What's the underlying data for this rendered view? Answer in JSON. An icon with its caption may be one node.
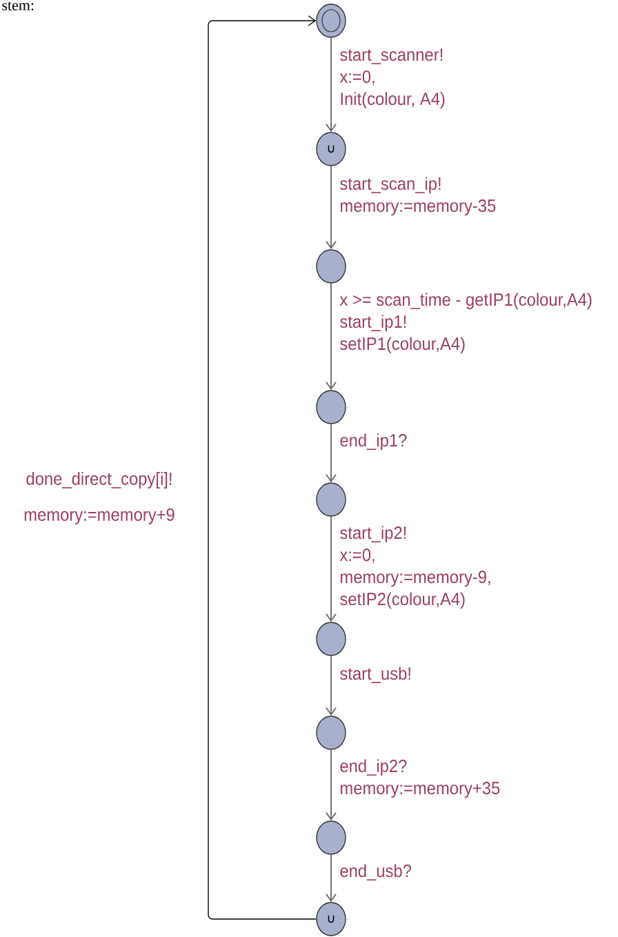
{
  "diagram": {
    "nodes": [
      {
        "text": [],
        "shape": "ring"
      },
      {
        "text": [
          "∪"
        ]
      },
      {
        "text": [],
        "shape": "circle"
      },
      {
        "text": [],
        "shape": "circle"
      },
      {
        "text": [],
        "shape": "circle"
      },
      {
        "text": [],
        "shape": "circle"
      },
      {
        "text": [],
        "shape": "circle"
      },
      {
        "text": [],
        "shape": "circle"
      },
      {
        "text": [
          "∪"
        ]
      }
    ],
    "edges": [
      {
        "from": 0,
        "to": 1,
        "arrow": "to",
        "label": "start_scanner! x:=0, Init(colour, A4)"
      },
      {
        "from": 1,
        "to": 2,
        "arrow": "to",
        "label": "start_scan_ip! memory:=memory-35"
      },
      {
        "from": 2,
        "to": 3,
        "arrow": "to",
        "label": "x >= scan_time - getIP1(colour,A4) start_ip1! setIP1(colour,A4)"
      },
      {
        "from": 3,
        "to": 4,
        "arrow": "to",
        "label": "end_ip1?"
      },
      {
        "from": 4,
        "to": 5,
        "arrow": "to",
        "label": "start_ip2! x:=0, memory:=memory-9, setIP2(colour,A4)"
      },
      {
        "from": 5,
        "to": 6,
        "arrow": "to",
        "label": "start_usb!"
      },
      {
        "from": 6,
        "to": 7,
        "arrow": "to",
        "label": "end_ip2? memory:=memory+35"
      },
      {
        "from": 7,
        "to": 8,
        "arrow": "to",
        "label": "end_usb?"
      },
      {
        "from": 8,
        "to": 0,
        "arrow": "to",
        "label": "done_direct_copy[i]! memory:=memory+9",
        "color": "#000000"
      }
    ],
    "labels": [
      "stem:"
    ]
  }
}
